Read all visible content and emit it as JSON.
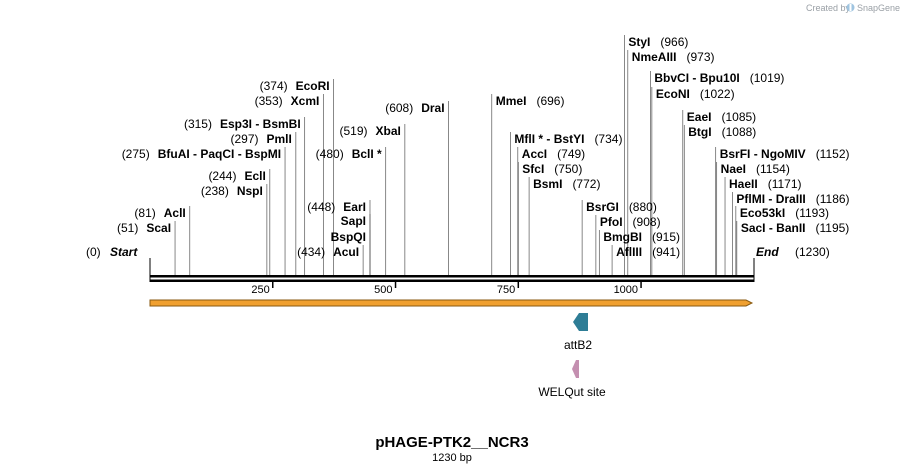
{
  "credit": {
    "text": "Created by",
    "brand": "SnapGene"
  },
  "plasmid": {
    "name": "pHAGE-PTK2__NCR3",
    "length_label": "1230 bp",
    "length": 1230
  },
  "ticks": [
    {
      "pos": 250,
      "label": "250"
    },
    {
      "pos": 500,
      "label": "500"
    },
    {
      "pos": 750,
      "label": "750"
    },
    {
      "pos": 1000,
      "label": "1000"
    }
  ],
  "ends": {
    "start": {
      "name": "Start",
      "pos_label": "(0)"
    },
    "end": {
      "name": "End",
      "pos_label": "(1230)"
    }
  },
  "sites": [
    {
      "name": "ScaI",
      "pos": 51,
      "pos_label": "(51)"
    },
    {
      "name": "AclI",
      "pos": 81,
      "pos_label": "(81)"
    },
    {
      "name": "NspI",
      "pos": 238,
      "pos_label": "(238)"
    },
    {
      "name": "EclI",
      "pos": 244,
      "pos_label": "(244)"
    },
    {
      "name": "BfuAI - PaqCI - BspMI",
      "pos": 275,
      "pos_label": "(275)"
    },
    {
      "name": "PmlI",
      "pos": 297,
      "pos_label": "(297)"
    },
    {
      "name": "Esp3I - BsmBI",
      "pos": 315,
      "pos_label": "(315)"
    },
    {
      "name": "XcmI",
      "pos": 353,
      "pos_label": "(353)"
    },
    {
      "name": "EcoRI",
      "pos": 374,
      "pos_label": "(374)"
    },
    {
      "name": "AcuI",
      "pos": 434,
      "pos_label": "(434)"
    },
    {
      "name": "BspQI",
      "pos": 448,
      "pos_label": ""
    },
    {
      "name": "SapI",
      "pos": 448,
      "pos_label": ""
    },
    {
      "name": "EarI",
      "pos": 448,
      "pos_label": "(448)"
    },
    {
      "name": "BclI *",
      "pos": 480,
      "pos_label": "(480)"
    },
    {
      "name": "XbaI",
      "pos": 519,
      "pos_label": "(519)"
    },
    {
      "name": "DraI",
      "pos": 608,
      "pos_label": "(608)"
    },
    {
      "name": "MmeI",
      "pos": 696,
      "pos_label": "(696)"
    },
    {
      "name": "MflI * - BstYI",
      "pos": 734,
      "pos_label": "(734)"
    },
    {
      "name": "AccI",
      "pos": 749,
      "pos_label": "(749)"
    },
    {
      "name": "SfcI",
      "pos": 750,
      "pos_label": "(750)"
    },
    {
      "name": "BsmI",
      "pos": 772,
      "pos_label": "(772)"
    },
    {
      "name": "BsrGI",
      "pos": 880,
      "pos_label": "(880)"
    },
    {
      "name": "PfoI",
      "pos": 908,
      "pos_label": "(908)"
    },
    {
      "name": "BmgBI",
      "pos": 915,
      "pos_label": "(915)"
    },
    {
      "name": "AflIII",
      "pos": 941,
      "pos_label": "(941)"
    },
    {
      "name": "StyI",
      "pos": 966,
      "pos_label": "(966)"
    },
    {
      "name": "NmeAIII",
      "pos": 973,
      "pos_label": "(973)"
    },
    {
      "name": "BbvCI - Bpu10I",
      "pos": 1019,
      "pos_label": "(1019)"
    },
    {
      "name": "EcoNI",
      "pos": 1022,
      "pos_label": "(1022)"
    },
    {
      "name": "EaeI",
      "pos": 1085,
      "pos_label": "(1085)"
    },
    {
      "name": "BtgI",
      "pos": 1088,
      "pos_label": "(1088)"
    },
    {
      "name": "BsrFI - NgoMIV",
      "pos": 1152,
      "pos_label": "(1152)"
    },
    {
      "name": "NaeI",
      "pos": 1154,
      "pos_label": "(1154)"
    },
    {
      "name": "HaeII",
      "pos": 1171,
      "pos_label": "(1171)"
    },
    {
      "name": "PflMI - DraIII",
      "pos": 1186,
      "pos_label": "(1186)"
    },
    {
      "name": "Eco53kI",
      "pos": 1193,
      "pos_label": "(1193)"
    },
    {
      "name": "SacI - BanII",
      "pos": 1195,
      "pos_label": "(1195)"
    }
  ],
  "features": [
    {
      "name": "attB2",
      "start": 870,
      "end": 895,
      "direction": "reverse",
      "color": "#2e7d96"
    },
    {
      "name": "WELQut site",
      "start": 878,
      "end": 884,
      "direction": "reverse",
      "color": "#c48fb0"
    }
  ],
  "orf": {
    "color": "#f0a030",
    "outline": "#8a5a10"
  },
  "backbone_color": "#000000"
}
